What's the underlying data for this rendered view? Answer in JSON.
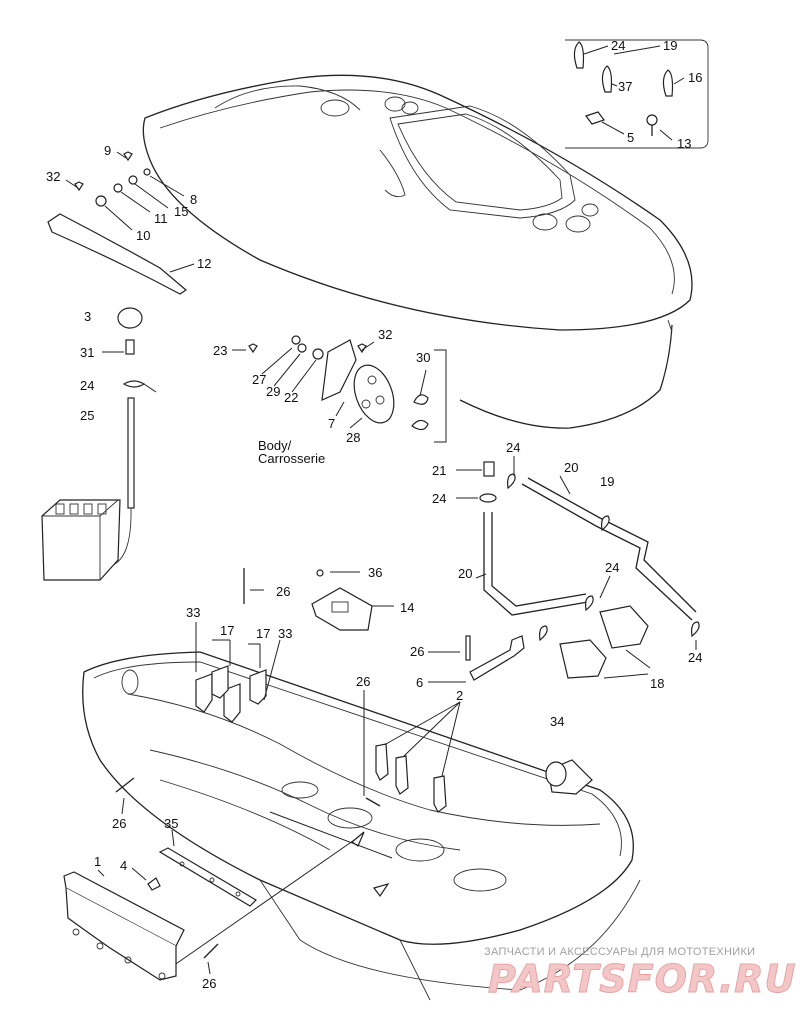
{
  "callouts": {
    "c24a": "24",
    "c19a": "19",
    "c37": "37",
    "c16": "16",
    "c5": "5",
    "c13": "13",
    "c9": "9",
    "c32a": "32",
    "c8": "8",
    "c15": "15",
    "c11": "11",
    "c10": "10",
    "c12": "12",
    "c3": "3",
    "c31": "31",
    "c24b": "24",
    "c25": "25",
    "c23": "23",
    "c32b": "32",
    "c27": "27",
    "c29": "29",
    "c22": "22",
    "c7": "7",
    "c28": "28",
    "c30": "30",
    "c21": "21",
    "c24c": "24",
    "c24d": "24",
    "c20a": "20",
    "c19b": "19",
    "c20b": "20",
    "c24e": "24",
    "c24f": "24",
    "c18": "18",
    "c26a": "26",
    "c36": "36",
    "c14": "14",
    "c33a": "33",
    "c17a": "17",
    "c17b": "17",
    "c33b": "33",
    "c26b": "26",
    "c6": "6",
    "c26c": "26",
    "c2": "2",
    "c34": "34",
    "c26d": "26",
    "c35": "35",
    "c4": "4",
    "c1": "1",
    "c26e": "26"
  },
  "labels": {
    "body_line1": "Body/",
    "body_line2": "Carrosserie"
  },
  "watermark": {
    "tagline": "ЗАПЧАСТИ И АКСЕССУАРЫ ДЛЯ МОТОТЕХНИКИ",
    "brand": "PARTSFOR.RU"
  }
}
